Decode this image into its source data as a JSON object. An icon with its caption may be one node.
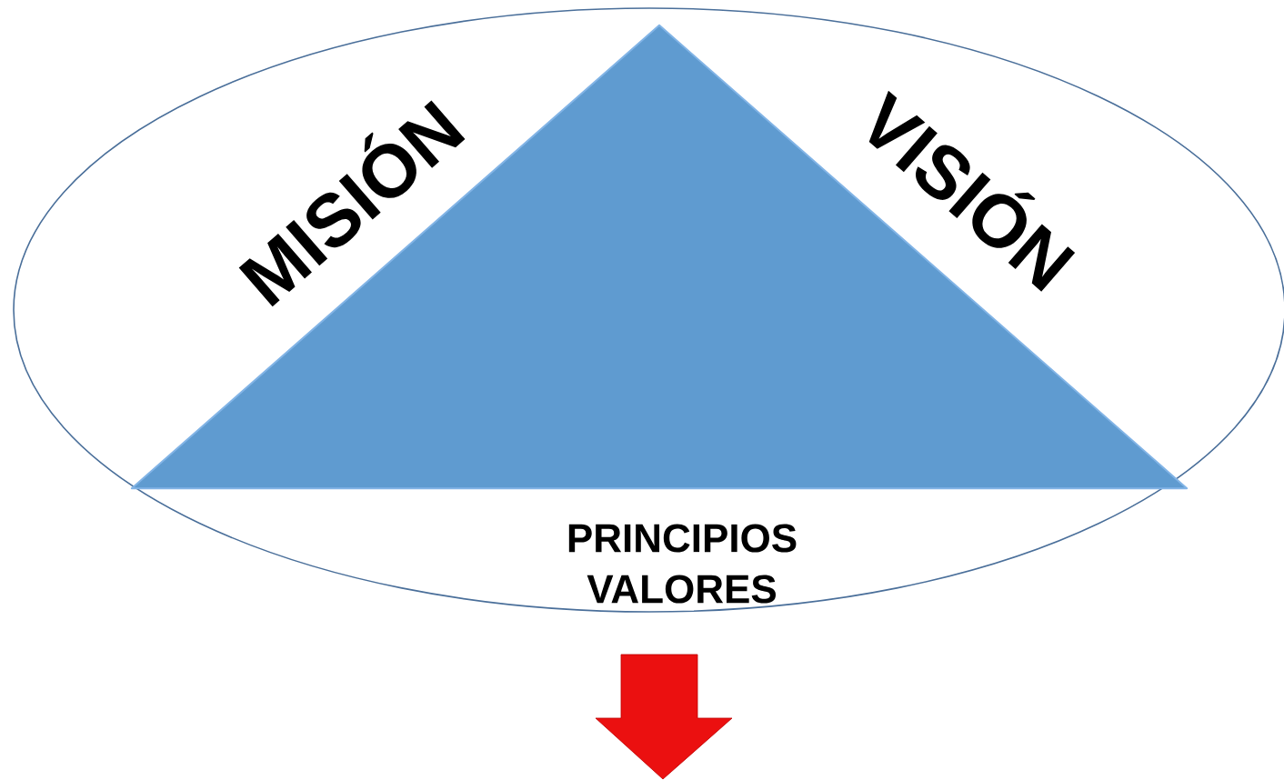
{
  "diagram": {
    "nodes": [
      {
        "text": [
          "MISIÓN",
          "VISIÓN",
          "PRINCIPIOS VALORES"
        ]
      },
      {
        "text": [],
        "shape": "triangle",
        "in": 0
      }
    ]
  }
}
